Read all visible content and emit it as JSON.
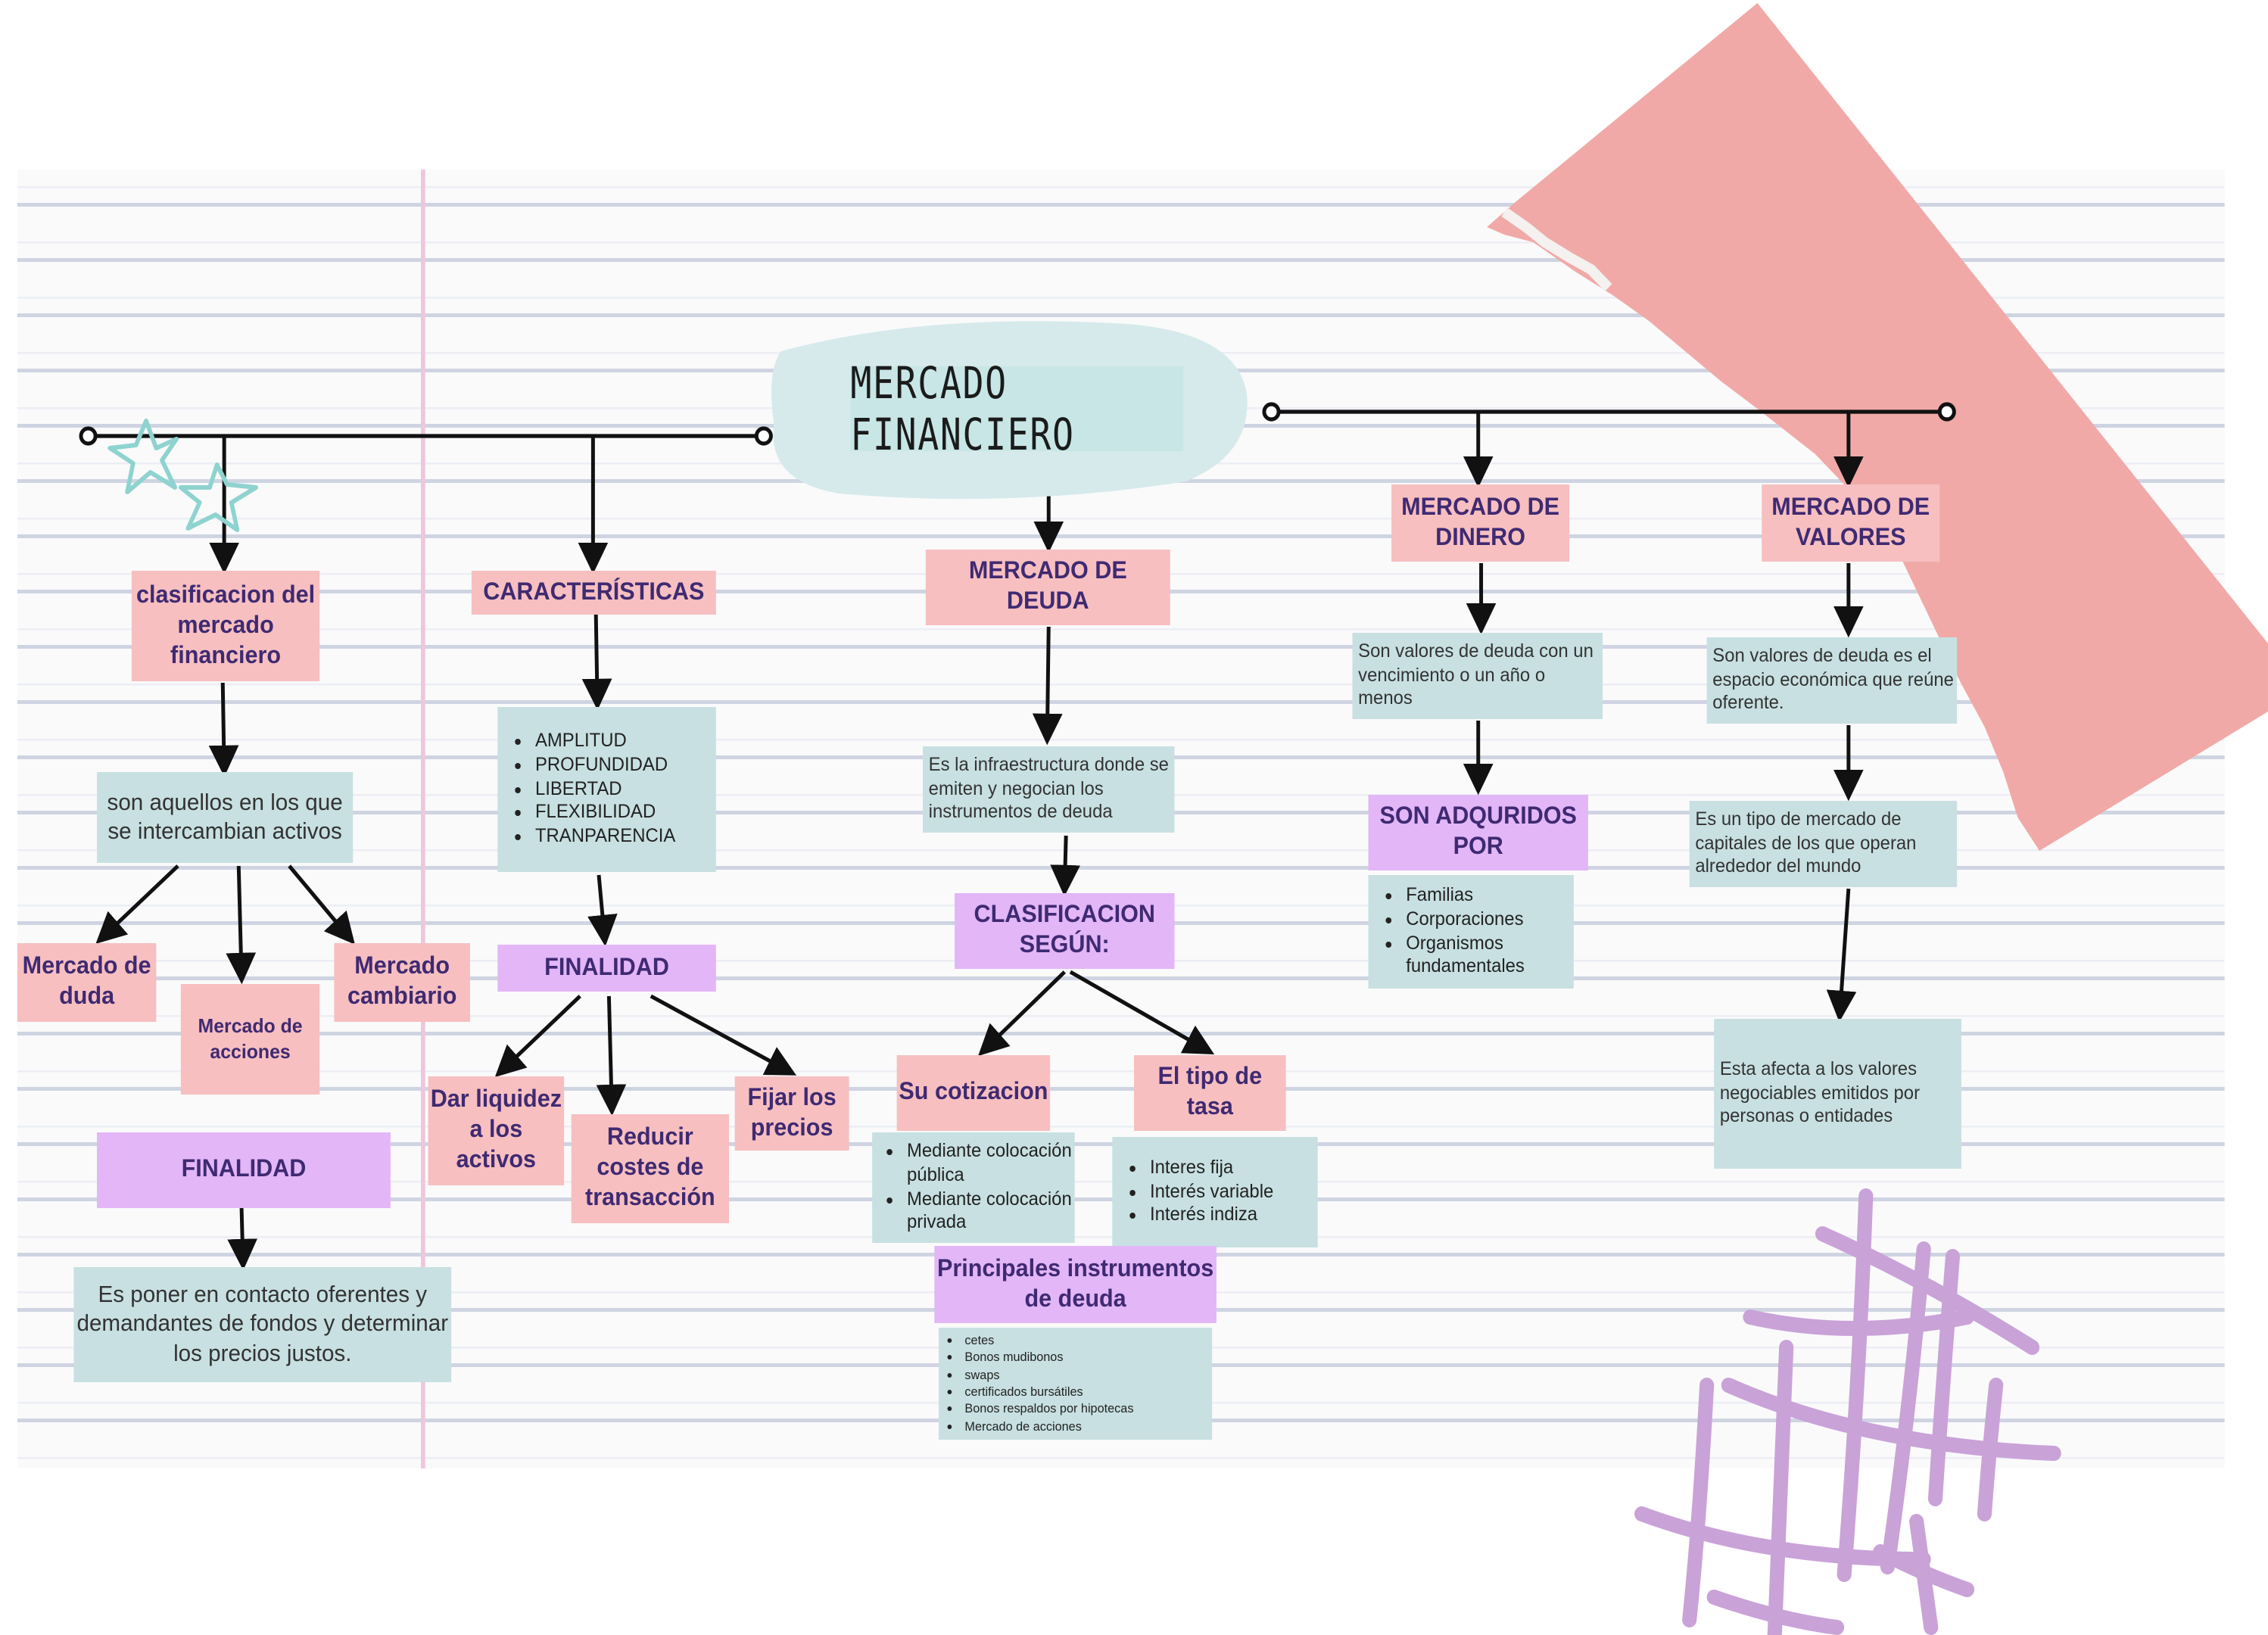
{
  "title": "MERCADO FINANCIERO",
  "colors": {
    "pink_box": "#f7bfc0",
    "lavender_box": "#e3b6f7",
    "teal_box": "#c8e0e1",
    "text_dark": "#3f2a72",
    "tape": "#f1a9a7",
    "lines": "#cfd4e2",
    "margin": "#f0c6dc"
  },
  "decorations": [
    "star-icon",
    "star-icon",
    "tape",
    "hatch-doodle"
  ],
  "left": {
    "classification": "clasificacion del mercado financiero",
    "definition": "son aquellos en los que se intercambian activos",
    "types": [
      "Mercado de duda",
      "Mercado de acciones",
      "Mercado cambiario"
    ],
    "purpose_label": "FINALIDAD",
    "purpose_text": "Es poner en contacto oferentes y demandantes de fondos y determinar los precios justos."
  },
  "characteristics": {
    "label": "CARACTERÍSTICAS",
    "items": [
      "AMPLITUD",
      "PROFUNDIDAD",
      "LIBERTAD",
      "FLEXIBILIDAD",
      "TRANPARENCIA"
    ],
    "purpose_label": "FINALIDAD",
    "purposes": [
      "Dar liquidez a los activos",
      "Reducir costes de transacción",
      "Fijar los precios"
    ]
  },
  "debt": {
    "label": "MERCADO DE DEUDA",
    "definition": "Es la infraestructura donde se emiten y negocian los instrumentos de deuda",
    "classification": "CLASIFICACION SEGÚN:",
    "quote_label": "Su cotizacion",
    "quote_items": [
      "Mediante colocación pública",
      "Mediante colocación privada"
    ],
    "rate_label": "El tipo de tasa",
    "rate_items": [
      "Interes fija",
      "Interés variable",
      "Interés indiza"
    ],
    "instruments_label": "Principales instrumentos de deuda",
    "instruments": [
      "cetes",
      "Bonos mudibonos",
      "swaps",
      "certificados bursátiles",
      "Bonos respaldos por hipotecas",
      "Mercado de acciones"
    ]
  },
  "money": {
    "label": "MERCADO DE DINERO",
    "definition": "Son valores de deuda con un vencimiento o un año o menos",
    "acquired_label": "SON ADQURIDOS POR",
    "acquired_items": [
      "Familias",
      "Corporaciones",
      "Organismos fundamentales"
    ]
  },
  "securities": {
    "label": "MERCADO DE VALORES",
    "definition": "Son valores de deuda es el espacio económica que reúne oferente.",
    "type_text": "Es un tipo de mercado de capitales de los que operan alrededor del mundo",
    "effect_text": "Esta afecta a los valores negociables emitidos por personas o entidades"
  }
}
